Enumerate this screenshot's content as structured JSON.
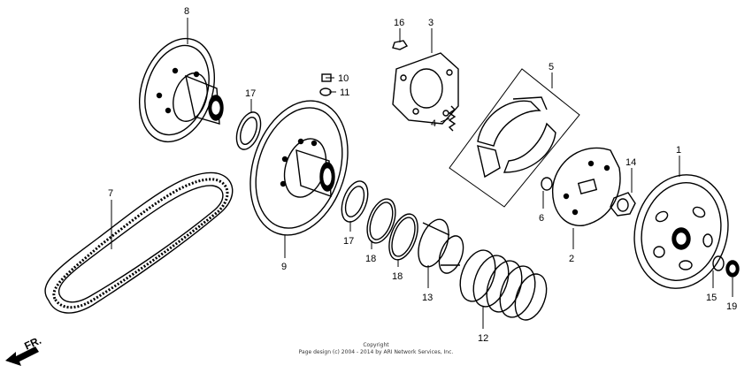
{
  "callouts": [
    {
      "id": "8",
      "label": "8"
    },
    {
      "id": "16",
      "label": "16"
    },
    {
      "id": "3",
      "label": "3"
    },
    {
      "id": "10",
      "label": "10"
    },
    {
      "id": "11",
      "label": "11"
    },
    {
      "id": "17a",
      "label": "17"
    },
    {
      "id": "5",
      "label": "5"
    },
    {
      "id": "4",
      "label": "4"
    },
    {
      "id": "1",
      "label": "1"
    },
    {
      "id": "14",
      "label": "14"
    },
    {
      "id": "6",
      "label": "6"
    },
    {
      "id": "2",
      "label": "2"
    },
    {
      "id": "7",
      "label": "7"
    },
    {
      "id": "9",
      "label": "9"
    },
    {
      "id": "17b",
      "label": "17"
    },
    {
      "id": "18a",
      "label": "18"
    },
    {
      "id": "18b",
      "label": "18"
    },
    {
      "id": "13",
      "label": "13"
    },
    {
      "id": "12",
      "label": "12"
    },
    {
      "id": "15",
      "label": "15"
    },
    {
      "id": "19",
      "label": "19"
    }
  ],
  "direction_label": "FR.",
  "copyright": {
    "line1": "Copyright",
    "line2": "Page design (c) 2004 - 2014 by ARI Network Services, Inc."
  }
}
